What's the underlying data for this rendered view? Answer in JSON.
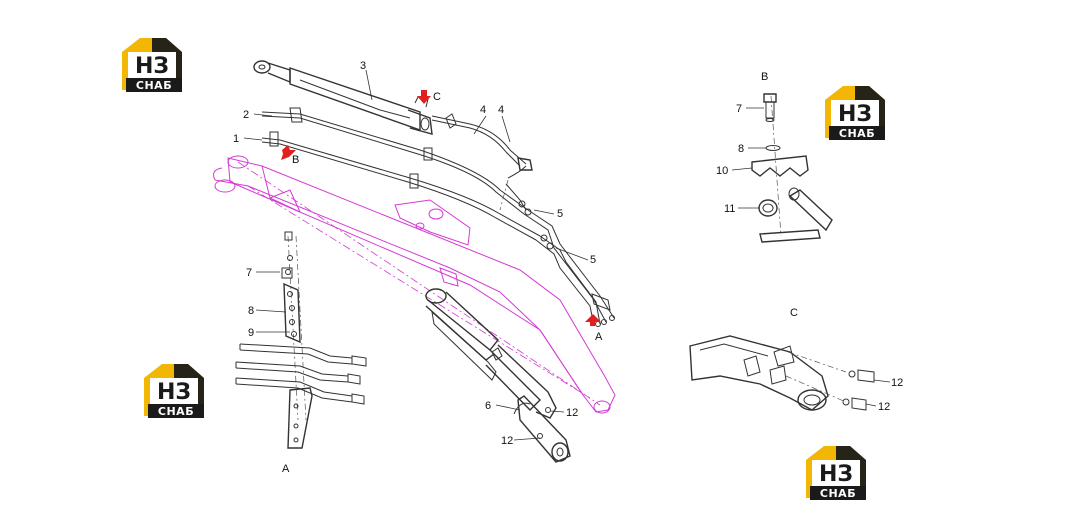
{
  "logo": {
    "top_text": "НЗ",
    "bottom_text": "СНАБ",
    "accent_color": "#f2b705",
    "dark_color": "#1a1a1a"
  },
  "callouts": {
    "main": [
      "3",
      "4",
      "4",
      "2",
      "1",
      "5",
      "5",
      "6",
      "12",
      "12"
    ],
    "view_a": [
      "7",
      "8",
      "9"
    ],
    "view_b": [
      "7",
      "8",
      "10",
      "11"
    ],
    "view_c": [
      "12",
      "12"
    ]
  },
  "view_markers": [
    "C",
    "B",
    "A"
  ],
  "view_titles": [
    "A",
    "B",
    "C"
  ],
  "colors": {
    "boom": "#d43ad4",
    "arrow": "#e02020",
    "lines": "#333333"
  }
}
